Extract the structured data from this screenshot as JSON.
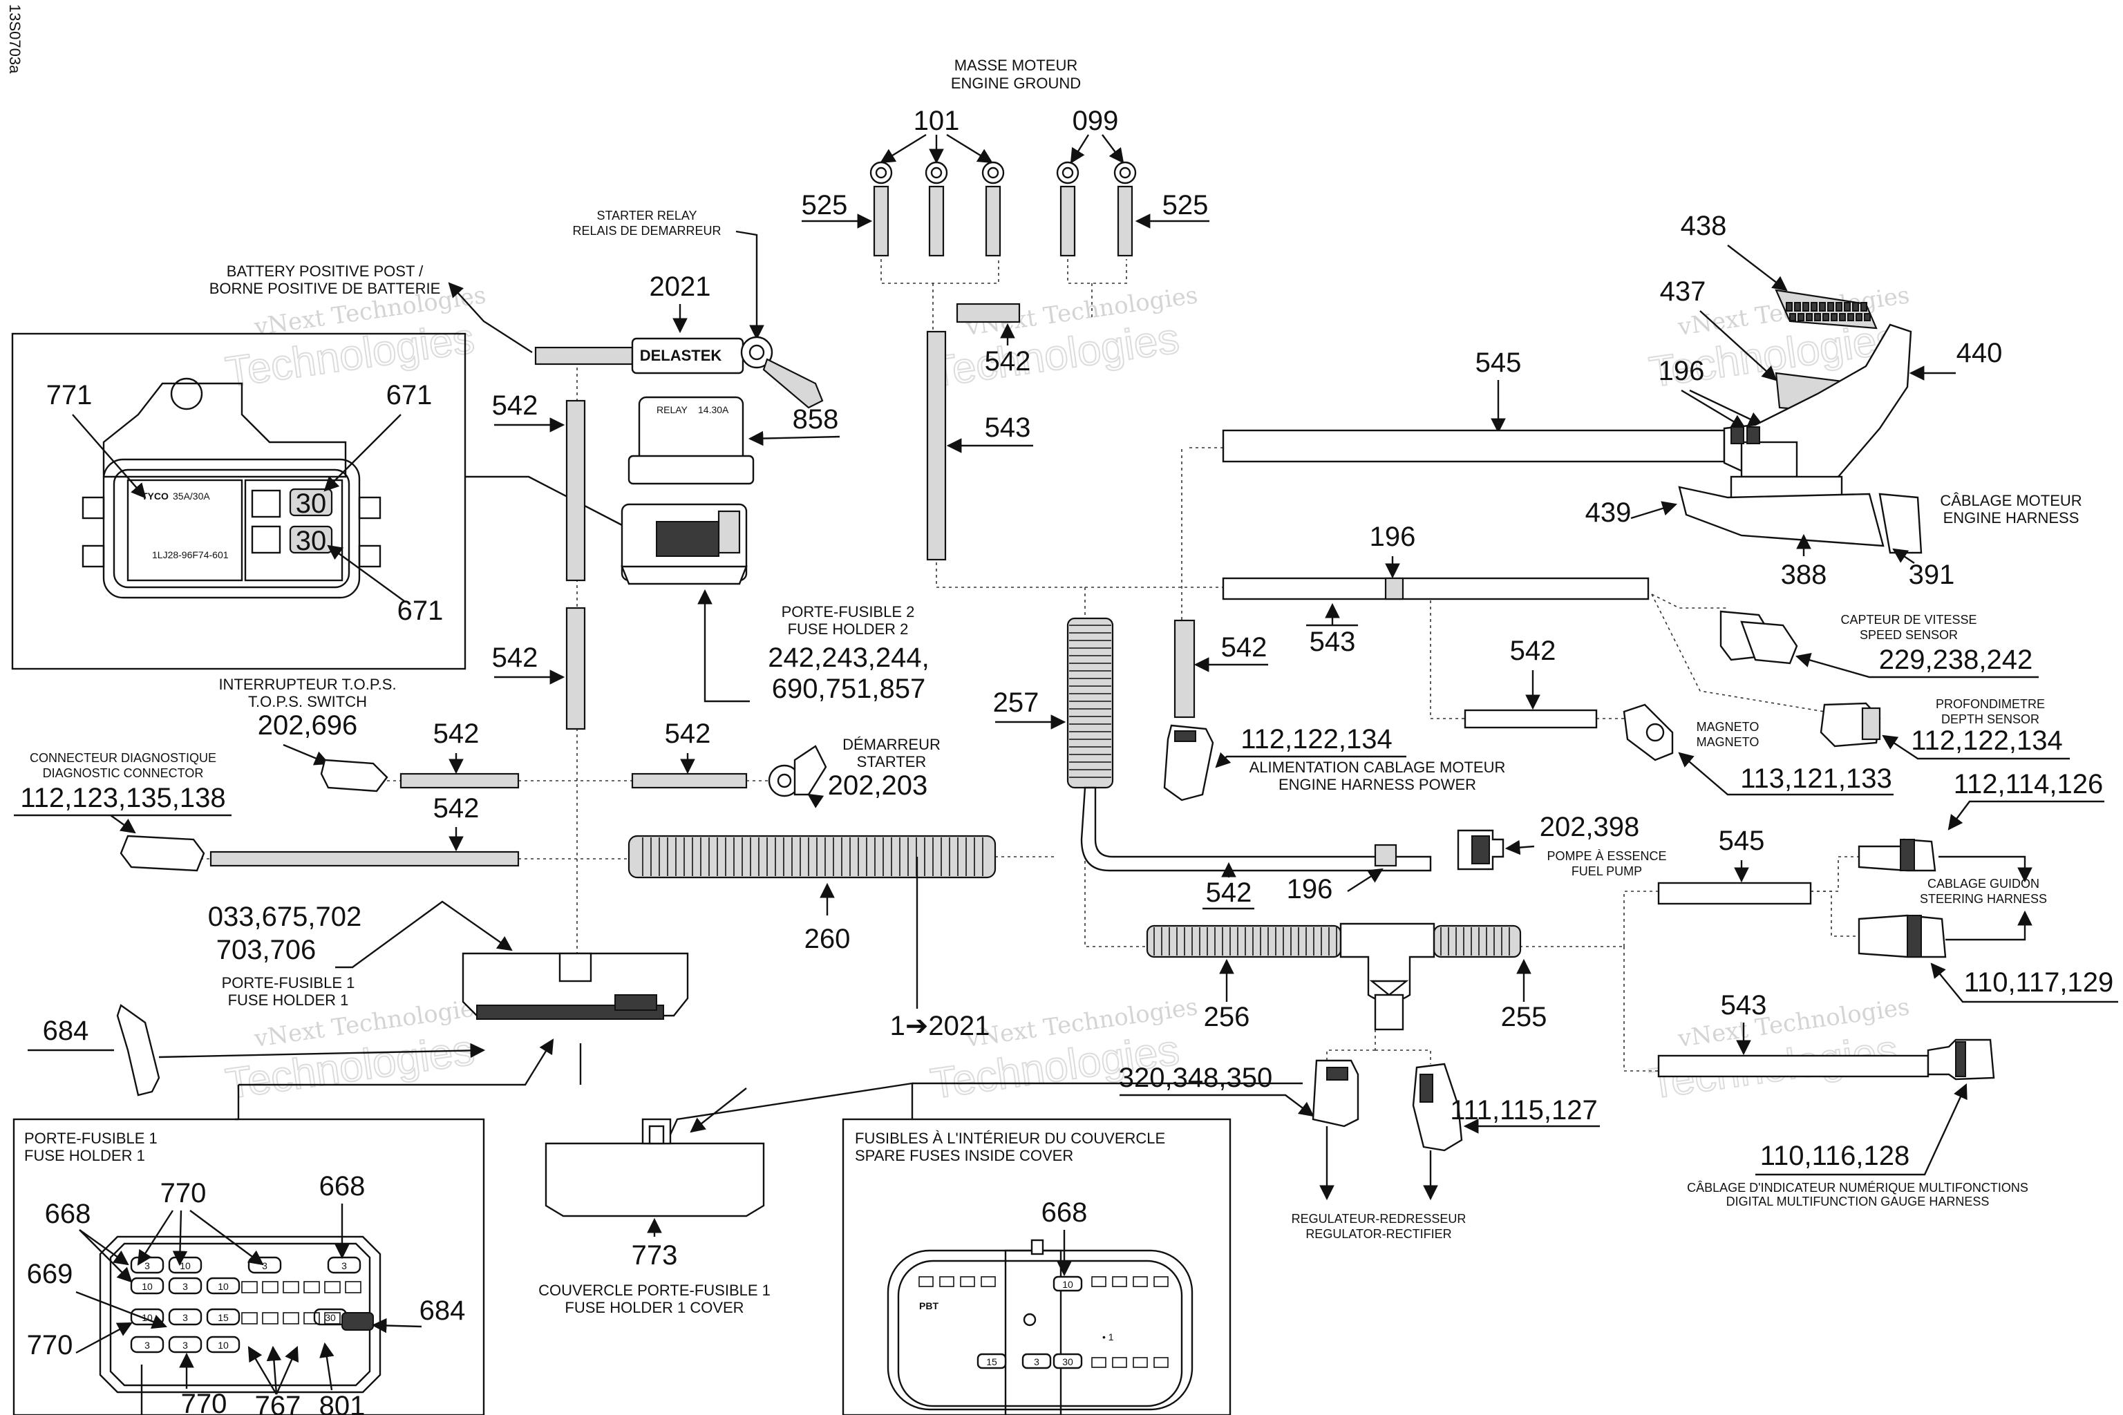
{
  "figure_code": "13S0703a",
  "watermark": {
    "line1": "vNext Technologies",
    "line2": "Technologies"
  },
  "engine_ground": {
    "fr": "MASSE MOTEUR",
    "en": "ENGINE GROUND",
    "left_ref": "101",
    "right_ref": "099",
    "left_tube": "525",
    "right_tube": "525",
    "center_tube": "542",
    "vertical_tube": "543"
  },
  "starter_relay": {
    "en": "STARTER RELAY",
    "fr": "RELAIS DE DEMARREUR",
    "ref": "2021",
    "brand": "DELASTEK"
  },
  "battery_post": {
    "en": "BATTERY POSITIVE POST /",
    "fr": "BORNE POSITIVE DE BATTERIE"
  },
  "fuse_holder2_detail": {
    "ref_tl": "771",
    "ref_tr": "671",
    "ref_br": "671",
    "chip_brand": "TYCO",
    "chip_spec": "35A/30A",
    "chip_code": "1LJ28-96F74-601",
    "fuse_val": "30"
  },
  "left_tubes": {
    "upper": "542",
    "lower": "542"
  },
  "relay_858": {
    "ref": "858",
    "txt1": "RELAY",
    "txt2": "14.30A"
  },
  "fuse_holder2": {
    "fr": "PORTE-FUSIBLE 2",
    "en": "FUSE HOLDER 2",
    "refs1": "242,243,244,",
    "refs2": "690,751,857"
  },
  "tops_switch": {
    "fr": "INTERRUPTEUR T.O.P.S.",
    "en": "T.O.P.S. SWITCH",
    "refs": "202,696",
    "tube": "542"
  },
  "diag_connector": {
    "fr": "CONNECTEUR DIAGNOSTIQUE",
    "en": "DIAGNOSTIC CONNECTOR",
    "refs": "112,123,135,138",
    "tube": "542"
  },
  "starter": {
    "fr": "DÉMARREUR",
    "en": "STARTER",
    "refs": "202,203",
    "tube": "542"
  },
  "conduit_260": {
    "ref": "260",
    "note": "1➔2021"
  },
  "fuse_holder1": {
    "refs1": "033,675,702",
    "refs2": "703,706",
    "fr": "PORTE-FUSIBLE 1",
    "en": "FUSE HOLDER 1",
    "clip": "684"
  },
  "fuse_holder1_detail": {
    "fr": "PORTE-FUSIBLE 1",
    "en": "FUSE HOLDER 1",
    "refs": {
      "a": "770",
      "b": "668",
      "c": "668",
      "d": "669",
      "e": "770",
      "f": "684",
      "g": "770",
      "h": "767",
      "i": "801"
    },
    "fuse_labels": [
      "3",
      "10",
      "3",
      "3",
      "10",
      "3",
      "10",
      "10",
      "3",
      "15",
      "3",
      "3",
      "10",
      "30"
    ]
  },
  "cover": {
    "ref": "773",
    "fr": "COUVERCLE PORTE-FUSIBLE 1",
    "en": "FUSE HOLDER 1 COVER"
  },
  "spare_fuses": {
    "fr": "FUSIBLES À L'INTÉRIEUR DU COUVERCLE",
    "en": "SPARE FUSES INSIDE COVER",
    "ref": "668",
    "mark": "PBT",
    "mark2": "• 1",
    "fuses": [
      "10",
      "15",
      "3",
      "30"
    ]
  },
  "engine_harness": {
    "fr": "CÂBLAGE MOTEUR",
    "en": "ENGINE HARNESS",
    "refs": {
      "top": "438",
      "a": "437",
      "b": "196",
      "c": "440",
      "d": "545",
      "e": "439",
      "f": "388",
      "g": "391",
      "h": "543",
      "i": "196"
    }
  },
  "speed_sensor": {
    "fr": "CAPTEUR DE VITESSE",
    "en": "SPEED SENSOR",
    "refs": "229,238,242"
  },
  "depth_sensor": {
    "fr": "PROFONDIMETRE",
    "en": "DEPTH SENSOR",
    "refs": "112,122,134"
  },
  "magneto": {
    "fr": "MAGNETO",
    "en": "MAGNETO",
    "refs": "113,121,133",
    "tube": "542"
  },
  "harness_power": {
    "fr": "ALIMENTATION CABLAGE MOTEUR",
    "en": "ENGINE HARNESS POWER",
    "refs": "112,122,134",
    "tube": "542"
  },
  "conduit_257": {
    "ref": "257"
  },
  "fuel_pump": {
    "refs": "202,398",
    "fr": "POMPE À ESSENCE",
    "en": "FUEL PUMP",
    "tube": "542",
    "clip": "196"
  },
  "steering": {
    "refs_top": "112,114,126",
    "tube": "545",
    "fr": "CABLAGE GUIDON",
    "en": "STEERING HARNESS",
    "refs_bot": "110,117,129"
  },
  "t_conduit": {
    "left": "256",
    "right": "255"
  },
  "regulator": {
    "refs_left": "320,348,350",
    "refs_right": "111,115,127",
    "fr": "REGULATEUR-REDRESSEUR",
    "en": "REGULATOR-RECTIFIER"
  },
  "gauge": {
    "tube": "543",
    "refs": "110,116,128",
    "fr": "CÂBLAGE D'INDICATEUR NUMÉRIQUE MULTIFONCTIONS",
    "en": "DIGITAL MULTIFUNCTION GAUGE HARNESS"
  }
}
